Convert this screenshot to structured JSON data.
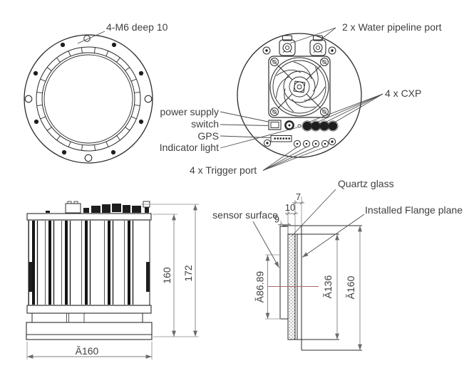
{
  "views": {
    "front": {
      "callout_m6": "4-M6 deep 10"
    },
    "back": {
      "callout_water": "2 x Water pipeline port",
      "callout_cxp": "4 x CXP",
      "callout_power": "power supply",
      "callout_switch": "switch",
      "callout_gps": "GPS",
      "callout_indicator": "Indicator light",
      "callout_trigger": "4 x Trigger port"
    },
    "side": {
      "dim_inner_height": "160",
      "dim_total_height": "172",
      "dim_diameter": "Ă160"
    },
    "section": {
      "callout_sensor": "sensor surface",
      "callout_quartz": "Quartz glass",
      "callout_flange": "Installed Flange plane",
      "dim_gap7": "7",
      "dim_glass10": "10",
      "dim_gap9": "9",
      "dim_sensor_dia": "Ă86.89",
      "dim_inner_dia": "Ă136",
      "dim_flange_dia": "Ă160"
    }
  },
  "colors": {
    "object_line": "#2b2b2b",
    "dimension_line": "#7f7f7f",
    "leader_line": "#4f4f4f",
    "centerline": "#aa6a6a",
    "text": "#3f3f3f",
    "background": "#ffffff"
  }
}
